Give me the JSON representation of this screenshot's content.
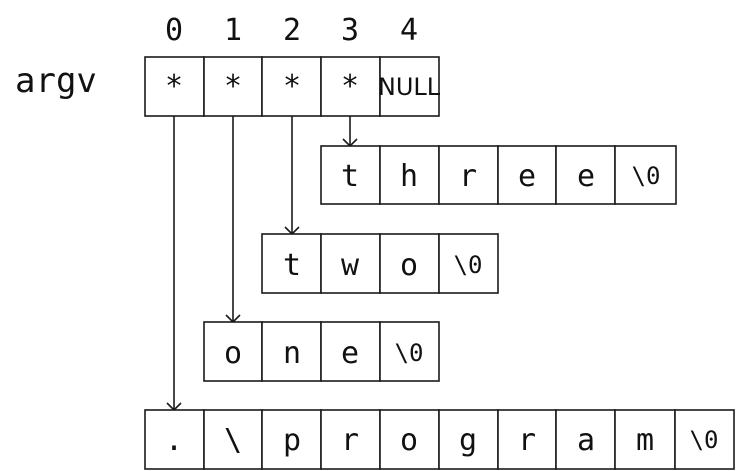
{
  "argv_label": "argv",
  "indices": [
    "0",
    "1",
    "2",
    "3",
    "4"
  ],
  "argv_cells": [
    "*",
    "*",
    "*",
    "*",
    "NULL"
  ],
  "strings": [
    {
      "id": "three",
      "chars": [
        "t",
        "h",
        "r",
        "e",
        "e",
        "\\0"
      ]
    },
    {
      "id": "two",
      "chars": [
        "t",
        "w",
        "o",
        "\\0"
      ]
    },
    {
      "id": "one",
      "chars": [
        "o",
        "n",
        "e",
        "\\0"
      ]
    },
    {
      "id": "program",
      "chars": [
        ".",
        "\\",
        "p",
        "r",
        "o",
        "g",
        "r",
        "a",
        "m",
        "\\0"
      ]
    }
  ]
}
